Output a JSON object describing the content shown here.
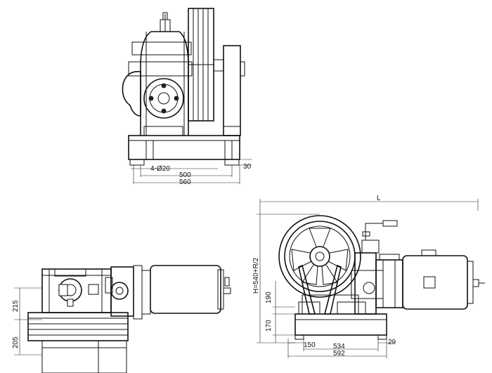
{
  "top_view": {
    "dims": {
      "holes": "4-Ø20",
      "inner_span": "500",
      "outer_span": "560",
      "base_thickness": "30"
    }
  },
  "bottom_left_view": {
    "dims": {
      "upper_height": "215",
      "lower_height": "205"
    }
  },
  "bottom_right_view": {
    "dims": {
      "overall_length": "L",
      "total_height": "H=540+R/2",
      "motor_axis_height": "190",
      "base_height": "170",
      "bolt_offset": "150",
      "inner_span": "534",
      "outer_span": "592",
      "edge_offset": "29"
    }
  }
}
